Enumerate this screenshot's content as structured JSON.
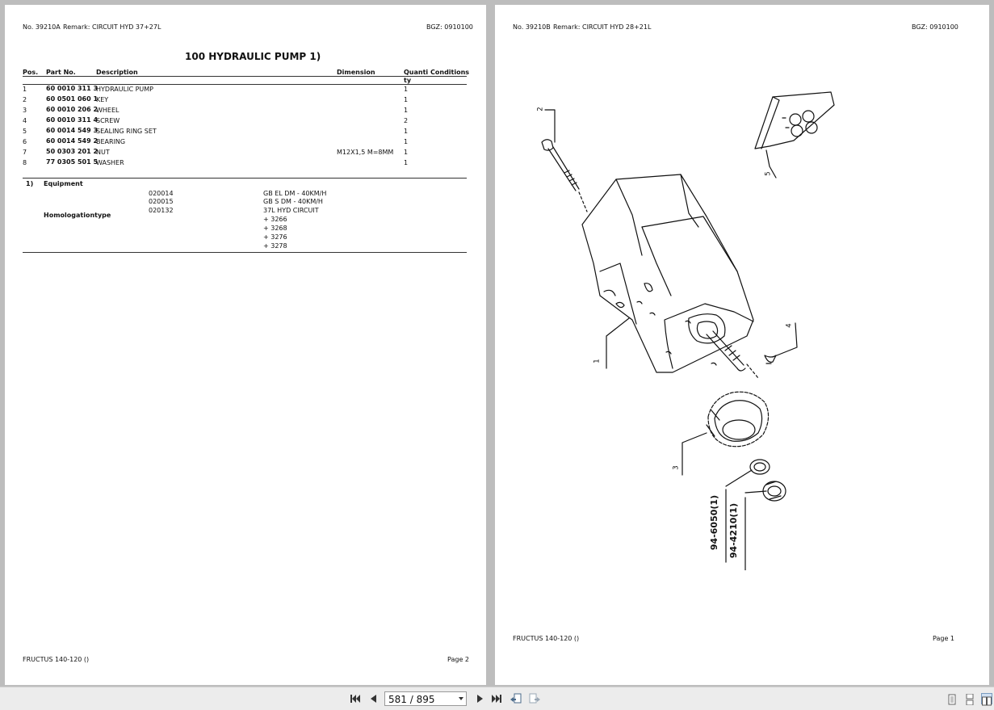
{
  "left_page": {
    "header_no": "No. 39210A",
    "header_remark": "Remark: CIRCUIT HYD 37+27L",
    "header_bgz": "BGZ: 0910100",
    "title": "100 HYDRAULIC PUMP  1)",
    "columns": {
      "pos": "Pos.",
      "part_no": "Part No.",
      "description": "Description",
      "dimension": "Dimension",
      "quantity_1": "Quanti",
      "quantity_2": "ty",
      "conditions": "Conditions"
    },
    "rows": [
      {
        "pos": "1",
        "part_no": "60 0010 311 3",
        "description": "HYDRAULIC PUMP",
        "dimension": "",
        "qty": "1"
      },
      {
        "pos": "2",
        "part_no": "60 0501 060 1",
        "description": "KEY",
        "dimension": "",
        "qty": "1"
      },
      {
        "pos": "3",
        "part_no": "60 0010 206 2",
        "description": "WHEEL",
        "dimension": "",
        "qty": "1"
      },
      {
        "pos": "4",
        "part_no": "60 0010 311 4",
        "description": "SCREW",
        "dimension": "",
        "qty": "2"
      },
      {
        "pos": "5",
        "part_no": "60 0014 549 3",
        "description": "SEALING RING SET",
        "dimension": "",
        "qty": "1"
      },
      {
        "pos": "6",
        "part_no": "60 0014 549 2",
        "description": "BEARING",
        "dimension": "",
        "qty": "1"
      },
      {
        "pos": "7",
        "part_no": "50 0303 201 2",
        "description": "NUT",
        "dimension": "M12X1,5 M=8MM",
        "qty": "1"
      },
      {
        "pos": "8",
        "part_no": "77 0305 501 5",
        "description": "WASHER",
        "dimension": "",
        "qty": "1"
      }
    ],
    "footnote": {
      "marker": "1)",
      "equipment_label": "Equipment",
      "equipment_codes": [
        "020014",
        "020015",
        "020132"
      ],
      "equipment_desc": [
        "GB EL DM - 40KM/H",
        "GB S DM - 40KM/H",
        "37L HYD CIRCUIT"
      ],
      "homologation_label": "Homologationtype",
      "homologation_values": [
        "+ 3266",
        "+ 3268",
        "+ 3276",
        "+ 3278"
      ]
    },
    "footer_model": "FRUCTUS 140-120 ()",
    "footer_page": "Page 2"
  },
  "right_page": {
    "header_no": "No. 39210B",
    "header_remark": "Remark: CIRCUIT HYD 28+21L",
    "header_bgz": "BGZ: 0910100",
    "callouts": [
      "1",
      "2",
      "3",
      "4",
      "5"
    ],
    "part_refs": [
      "94-6050(1)",
      "94-4210(1)"
    ],
    "footer_model": "FRUCTUS 140-120 ()",
    "footer_page": "Page 1"
  },
  "toolbar": {
    "page_indicator": "581 / 895"
  }
}
